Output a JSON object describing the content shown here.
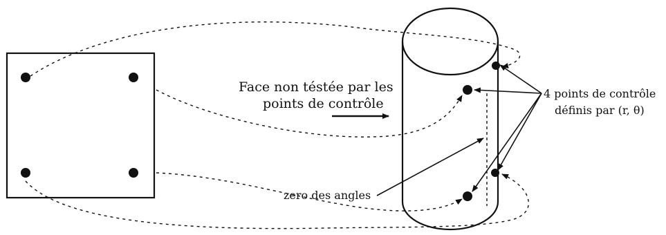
{
  "labels": {
    "face_line1": "Face non téstée par les",
    "face_line2": "points de contrôle",
    "points_line1": "4 points de contrôle",
    "points_line2": "définis par (r, θ)",
    "zero": "zero des angles"
  },
  "colors": {
    "ink": "#111111",
    "background": "#ffffff"
  }
}
